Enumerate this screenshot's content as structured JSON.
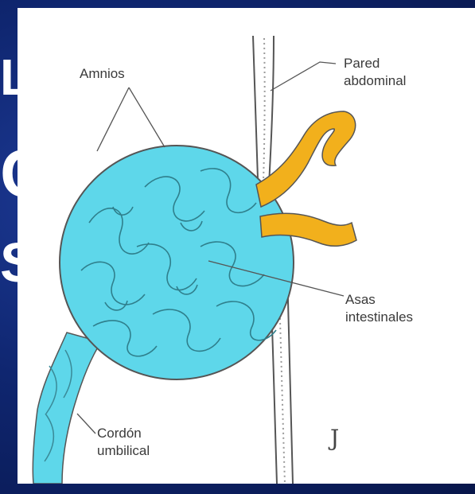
{
  "slide": {
    "background_color": "#0c1f5e",
    "text_fragments": [
      "LO",
      "C",
      "S"
    ]
  },
  "diagram": {
    "labels": {
      "amnion": "Amnios",
      "abdominal_wall_line1": "Pared",
      "abdominal_wall_line2": "abdominal",
      "intestinal_loops_line1": "Asas",
      "intestinal_loops_line2": "intestinales",
      "umbilical_cord_line1": "Cordón",
      "umbilical_cord_line2": "umbilical",
      "signature": "J"
    },
    "colors": {
      "sac_fill": "#5ed7ea",
      "loops_fill": "#f2b01c",
      "line": "#555555",
      "panel": "#ffffff"
    }
  }
}
